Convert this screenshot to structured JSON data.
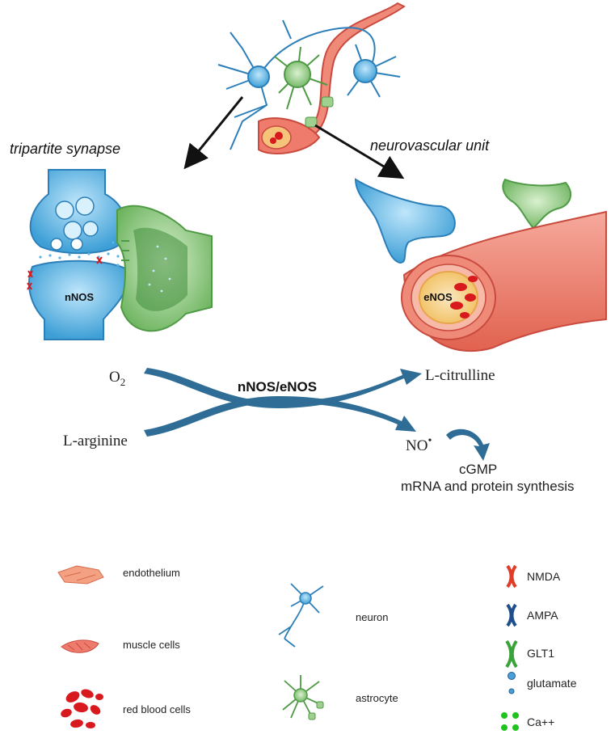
{
  "labels": {
    "tripartite_synapse": "tripartite synapse",
    "neurovascular_unit": "neurovascular unit",
    "nnos_cell": "nNOS",
    "enos_cell": "eNOS"
  },
  "reaction": {
    "enzyme": "nNOS/eNOS",
    "substrate_o2_base": "O",
    "substrate_o2_sub": "2",
    "substrate_arginine": "L-arginine",
    "product_citrulline": "L-citrulline",
    "product_no": "NO",
    "product_no_radical": "•",
    "downstream_cgmp": "cGMP",
    "downstream_synthesis": "mRNA and protein synthesis"
  },
  "legend": {
    "endothelium": "endothelium",
    "muscle_cells": "muscle cells",
    "red_blood_cells": "red blood cells",
    "neuron": "neuron",
    "astrocyte": "astrocyte",
    "nmda": "NMDA",
    "ampa": "AMPA",
    "glt1": "GLT1",
    "glutamate": "glutamate",
    "calcium": "Ca++"
  },
  "colors": {
    "neuron_blue": "#5bb3e3",
    "neuron_dark": "#2c7fb8",
    "astrocyte_green": "#9fd08f",
    "astrocyte_dark": "#4f9a45",
    "vessel_red": "#ef7b6c",
    "vessel_dark": "#c94a3e",
    "arrow_blue": "#2f6d96",
    "rbc_red": "#d8191d",
    "ca_green": "#1ec31e"
  }
}
